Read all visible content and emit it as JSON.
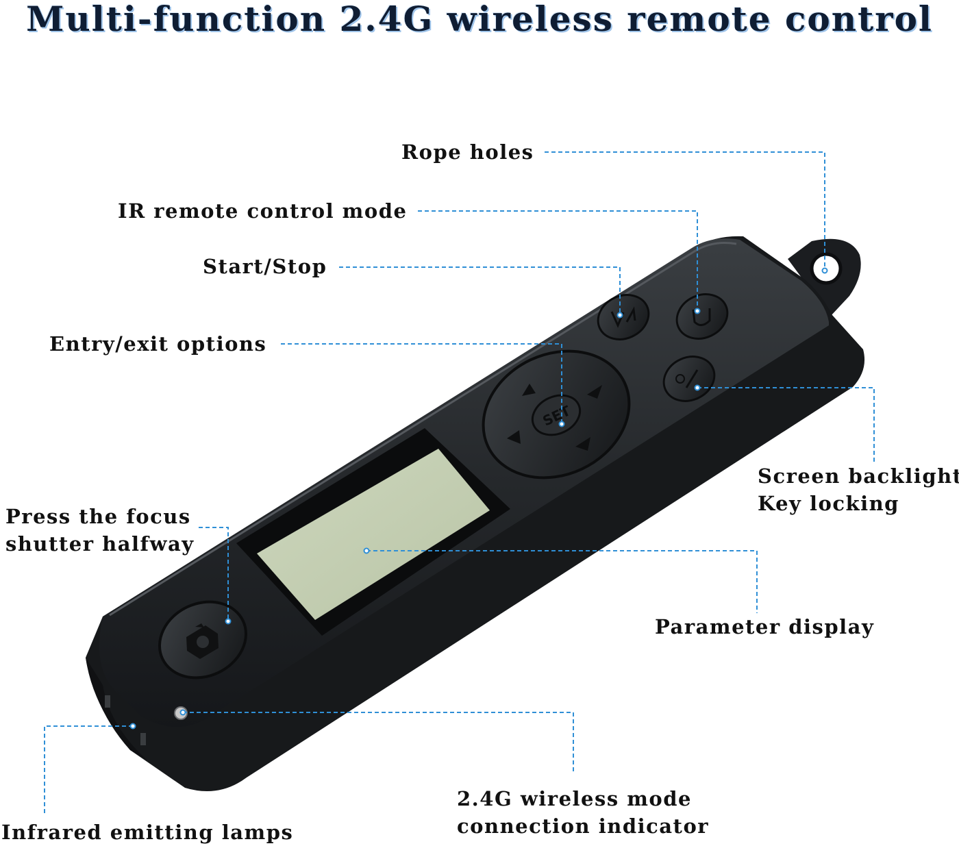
{
  "title": "Multi-function 2.4G wireless remote control",
  "labels": {
    "rope_holes": "Rope holes",
    "ir_mode": "IR remote control mode",
    "start_stop": "Start/Stop",
    "entry_exit": "Entry/exit options",
    "focus_line1": "Press the focus",
    "focus_line2": "shutter halfway",
    "backlight_line1": "Screen backlight",
    "backlight_line2": "Key locking",
    "parameter_display": "Parameter display",
    "indicator_line1": "2.4G wireless mode",
    "indicator_line2": "connection indicator",
    "infrared_lamps": "Infrared emitting lamps"
  },
  "buttons": {
    "set": "SET"
  },
  "colors": {
    "leader_line": "#2f8fd6",
    "device_body": "#26292c",
    "lcd_screen": "#c5d0b4",
    "title_shadow": "#9fc4ea"
  }
}
